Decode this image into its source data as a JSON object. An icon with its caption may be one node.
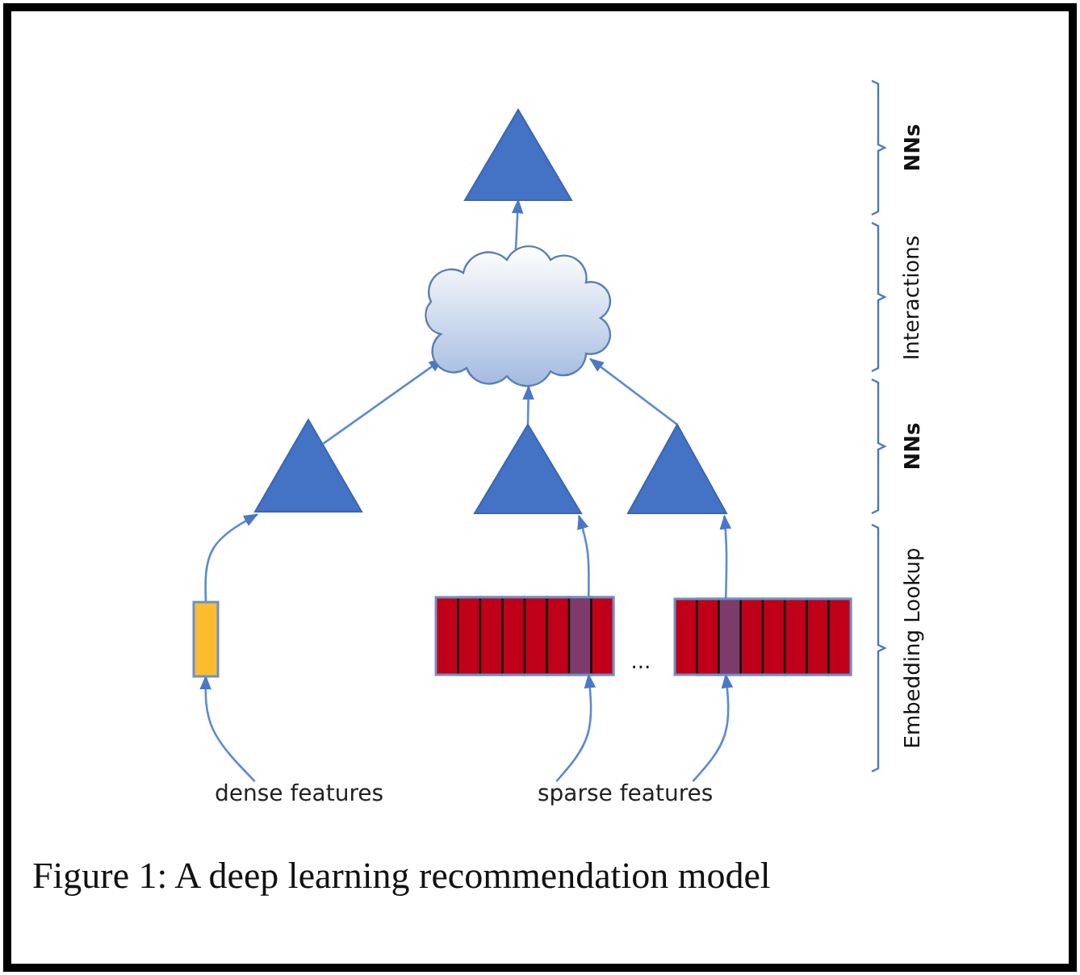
{
  "diagram": {
    "caption": "Figure 1: A deep learning recommendation model",
    "nodes": [
      {
        "text": [],
        "shape": "triangle"
      },
      {
        "text": [],
        "shape": "cloud"
      },
      {
        "text": [],
        "shape": "triangle"
      },
      {
        "text": [],
        "shape": "triangle"
      },
      {
        "text": [],
        "shape": "triangle"
      },
      {
        "text": [],
        "shape": "bar"
      },
      {
        "text": [],
        "shape": "bar"
      },
      {
        "text": [],
        "shape": "bar"
      },
      {
        "text": [
          "dense features"
        ]
      },
      {
        "text": [
          "sparse features"
        ]
      }
    ],
    "edges": [
      {
        "from": 8,
        "to": 5,
        "arrow": "to"
      },
      {
        "from": 9,
        "to": 6,
        "arrow": "to"
      },
      {
        "from": 9,
        "to": 7,
        "arrow": "to"
      },
      {
        "from": 5,
        "to": 2,
        "arrow": "to"
      },
      {
        "from": 6,
        "to": 3,
        "arrow": "to"
      },
      {
        "from": 7,
        "to": 4,
        "arrow": "to"
      },
      {
        "from": 2,
        "to": 1,
        "arrow": "to"
      },
      {
        "from": 3,
        "to": 1,
        "arrow": "to"
      },
      {
        "from": 4,
        "to": 1,
        "arrow": "to"
      },
      {
        "from": 1,
        "to": 0,
        "arrow": "to"
      }
    ],
    "labels": [
      "NNs",
      "Interactions",
      "NNs",
      "Embedding Lookup",
      "..."
    ]
  }
}
